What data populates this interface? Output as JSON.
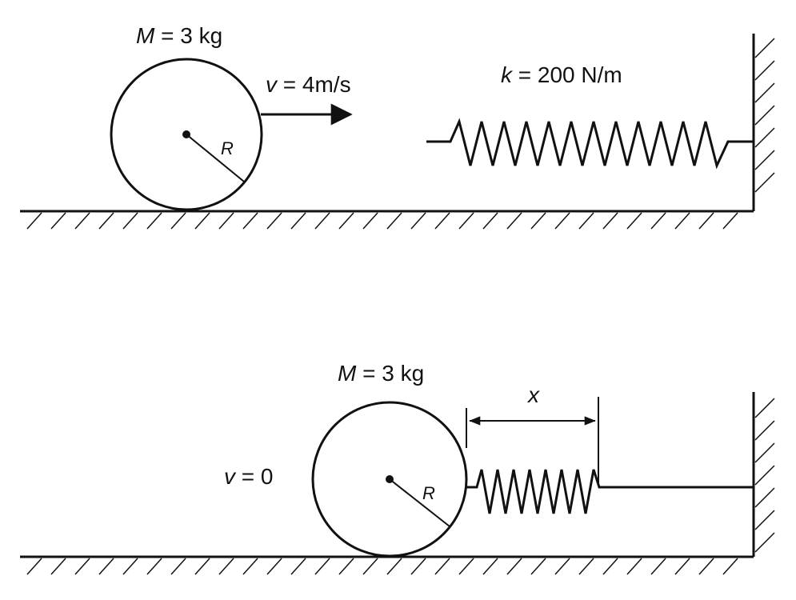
{
  "colors": {
    "stroke": "#111111",
    "background": "#ffffff"
  },
  "scene1": {
    "mass_sym": "M",
    "mass_val": " = 3 kg",
    "vel_sym": "v",
    "vel_val": " = 4m/s",
    "k_sym": "k",
    "k_val": " = 200 N/m",
    "radius": "R"
  },
  "scene2": {
    "mass_sym": "M",
    "mass_val": " = 3 kg",
    "vel_sym": "v",
    "vel_val": " = 0",
    "x_sym": "x",
    "radius": "R"
  }
}
